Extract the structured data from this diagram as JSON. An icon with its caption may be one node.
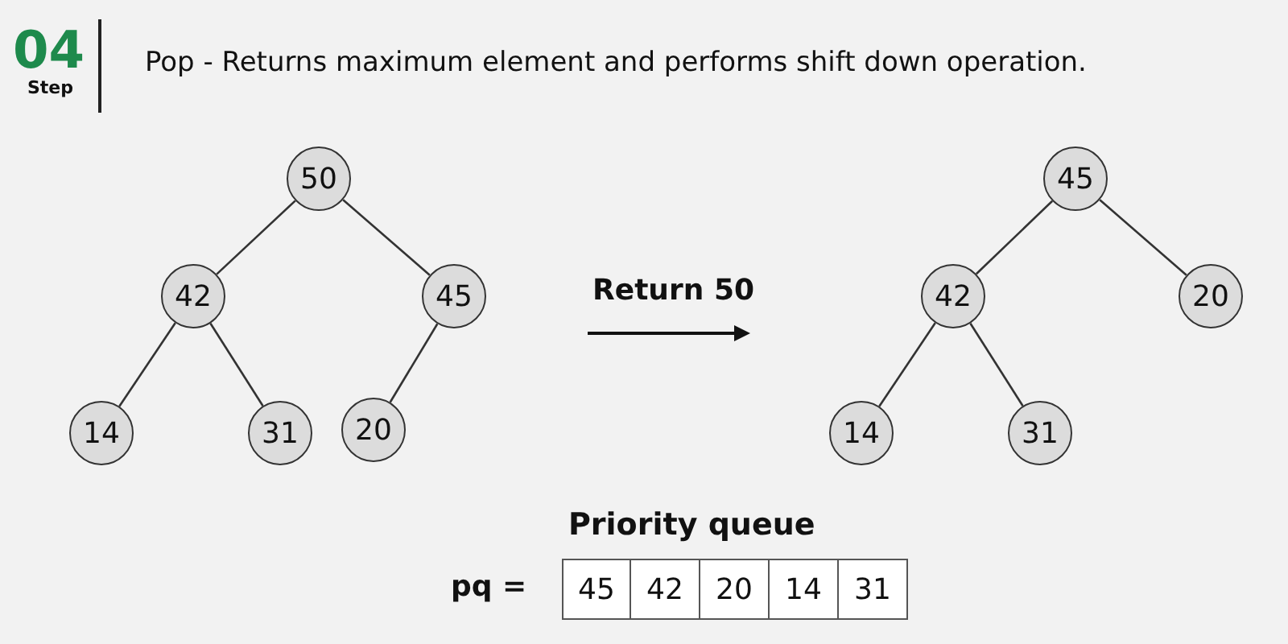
{
  "diagram": {
    "title": "Pop - Returns maximum element and performs shift down operation.",
    "nodes": [
      {
        "text": [
          "50"
        ]
      },
      {
        "text": [
          "42"
        ]
      },
      {
        "text": [
          "45"
        ]
      },
      {
        "text": [
          "14"
        ]
      },
      {
        "text": [
          "31"
        ]
      },
      {
        "text": [
          "20"
        ]
      },
      {
        "text": [
          "45"
        ]
      },
      {
        "text": [
          "42"
        ]
      },
      {
        "text": [
          "20"
        ]
      },
      {
        "text": [
          "14"
        ]
      },
      {
        "text": [
          "31"
        ]
      },
      {
        "text": [
          "45"
        ]
      },
      {
        "text": [
          "42"
        ]
      },
      {
        "text": [
          "20"
        ]
      },
      {
        "text": [
          "14"
        ]
      },
      {
        "text": [
          "31"
        ]
      }
    ],
    "edges": [
      {
        "from": 0,
        "to": 1,
        "arrow": "none"
      },
      {
        "from": 0,
        "to": 2,
        "arrow": "none"
      },
      {
        "from": 1,
        "to": 3,
        "arrow": "none"
      },
      {
        "from": 1,
        "to": 4,
        "arrow": "none"
      },
      {
        "from": 2,
        "to": 5,
        "arrow": "none"
      },
      {
        "from": 6,
        "to": 7,
        "arrow": "none"
      },
      {
        "from": 6,
        "to": 8,
        "arrow": "none"
      },
      {
        "from": 7,
        "to": 9,
        "arrow": "none"
      },
      {
        "from": 7,
        "to": 10,
        "arrow": "none"
      }
    ],
    "labels": [
      "04",
      "Step",
      "Return 50",
      "Priority queue",
      "pq ="
    ]
  }
}
